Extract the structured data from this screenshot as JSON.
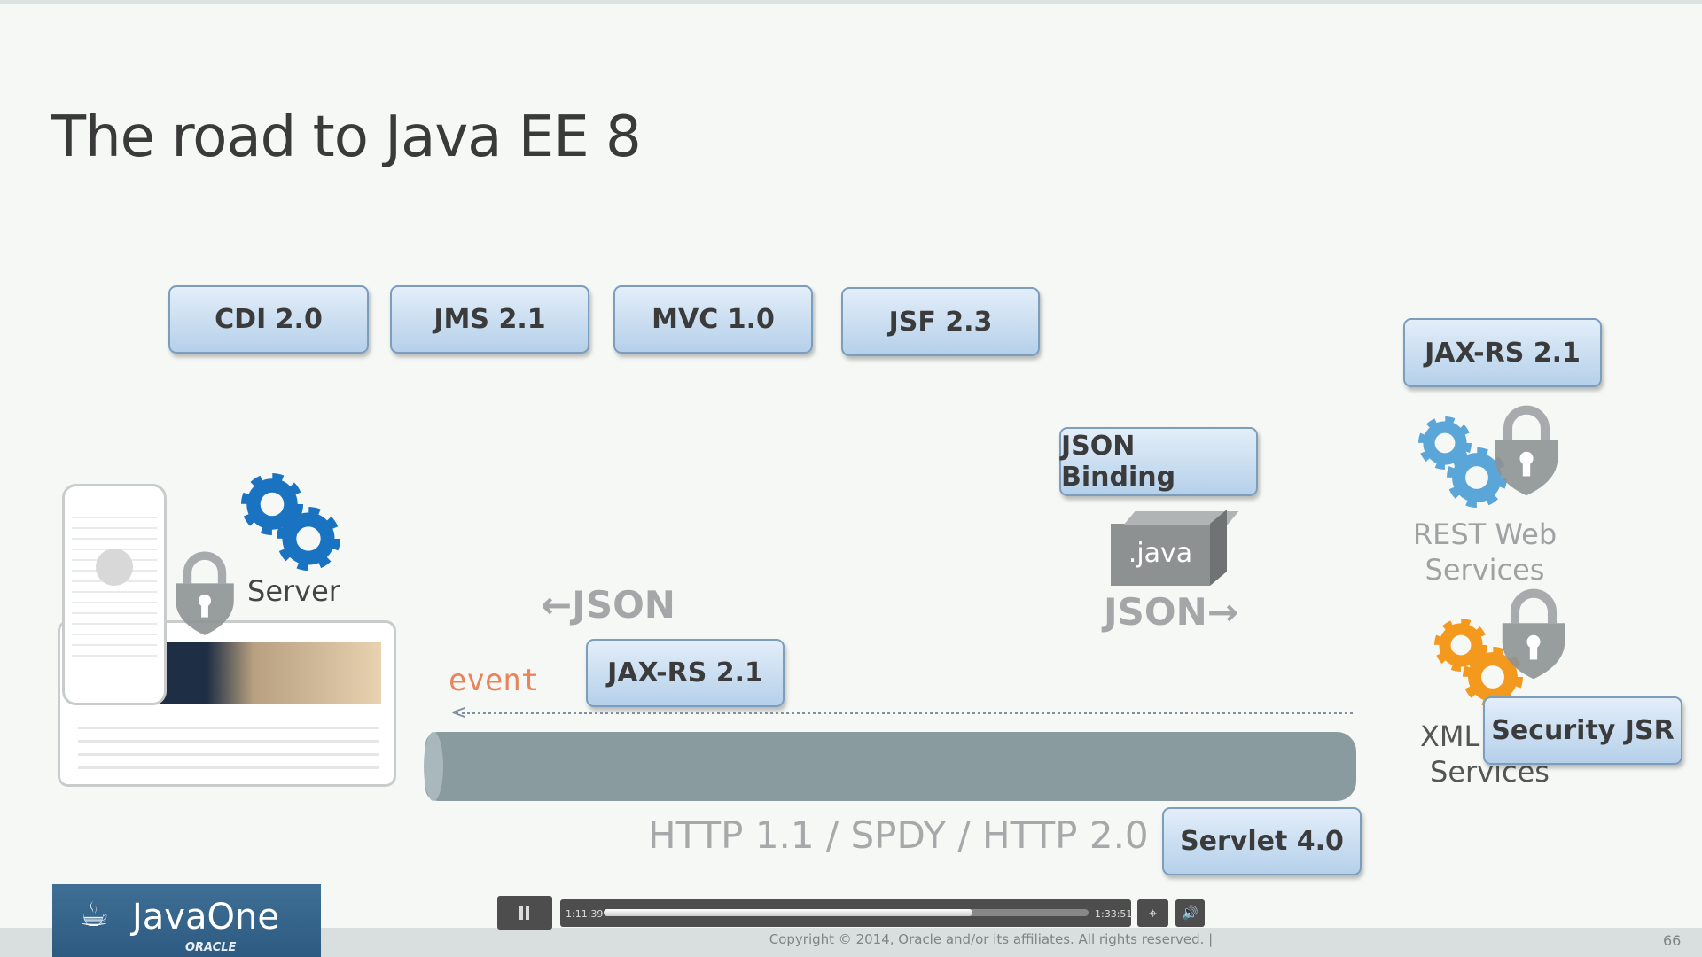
{
  "slide": {
    "title": "The road to Java EE 8",
    "jsr_boxes": {
      "cdi": "CDI 2.0",
      "jms": "JMS 2.1",
      "mvc": "MVC 1.0",
      "jsf": "JSF 2.3",
      "jaxrs_top": "JAX-RS 2.1",
      "json_binding": "JSON Binding",
      "jaxrs_mid": "JAX-RS 2.1",
      "security": "Security JSR",
      "servlet": "Servlet 4.0"
    },
    "labels": {
      "server": "Server",
      "json_left": "←JSON",
      "json_right": "JSON→",
      "java_file": ".java",
      "event": "event",
      "http": "HTTP 1.1 / SPDY / HTTP 2.0",
      "rest_line1": "REST Web",
      "rest_line2": "Services",
      "xml_line1": "XML",
      "xml_line2": "Services"
    },
    "footer": {
      "copyright": "Copyright © 2014, Oracle and/or its affiliates. All rights reserved.  |",
      "page_number": "66",
      "logo_text": "JavaOne",
      "logo_sub": "ORACLE"
    },
    "colors": {
      "gear_blue": "#1a73c0",
      "gear_light_blue": "#5aa6d8",
      "gear_orange": "#f39a1e",
      "event": "#e8845a"
    }
  },
  "player": {
    "current_time": "1:11:39",
    "total_time": "1:33:51",
    "progress_percent": 76,
    "pause_icon": "pause-icon",
    "fullscreen_icon": "fullscreen-icon",
    "volume_icon": "volume-icon"
  }
}
